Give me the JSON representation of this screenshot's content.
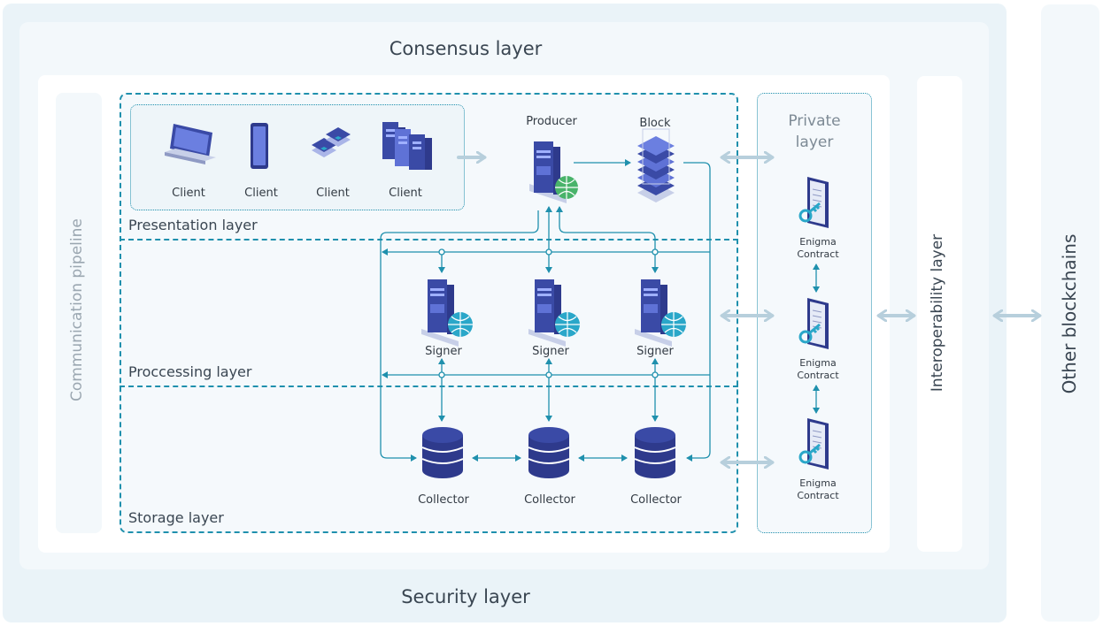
{
  "layers": {
    "consensus": "Consensus layer",
    "security": "Security layer",
    "communication": "Communication pipeline",
    "presentation": "Presentation layer",
    "processing": "Proccessing layer",
    "storage": "Storage layer",
    "private": "Private layer",
    "interoperability": "Interoperability layer",
    "other": "Other blockchains"
  },
  "clients": [
    "Client",
    "Client",
    "Client",
    "Client"
  ],
  "producer": "Producer",
  "block": "Block",
  "signers": [
    "Signer",
    "Signer",
    "Signer"
  ],
  "collectors": [
    "Collector",
    "Collector",
    "Collector"
  ],
  "contracts": [
    {
      "line1": "Enigma",
      "line2": "Contract"
    },
    {
      "line1": "Enigma",
      "line2": "Contract"
    },
    {
      "line1": "Enigma",
      "line2": "Contract"
    }
  ],
  "colors": {
    "accent": "#1f90ad",
    "server_dark": "#2e3a8c",
    "server_light": "#5f72d6",
    "globe": "#2aa7c9",
    "globe_producer": "#49b36a",
    "arrow_light": "#b7cfdc"
  }
}
